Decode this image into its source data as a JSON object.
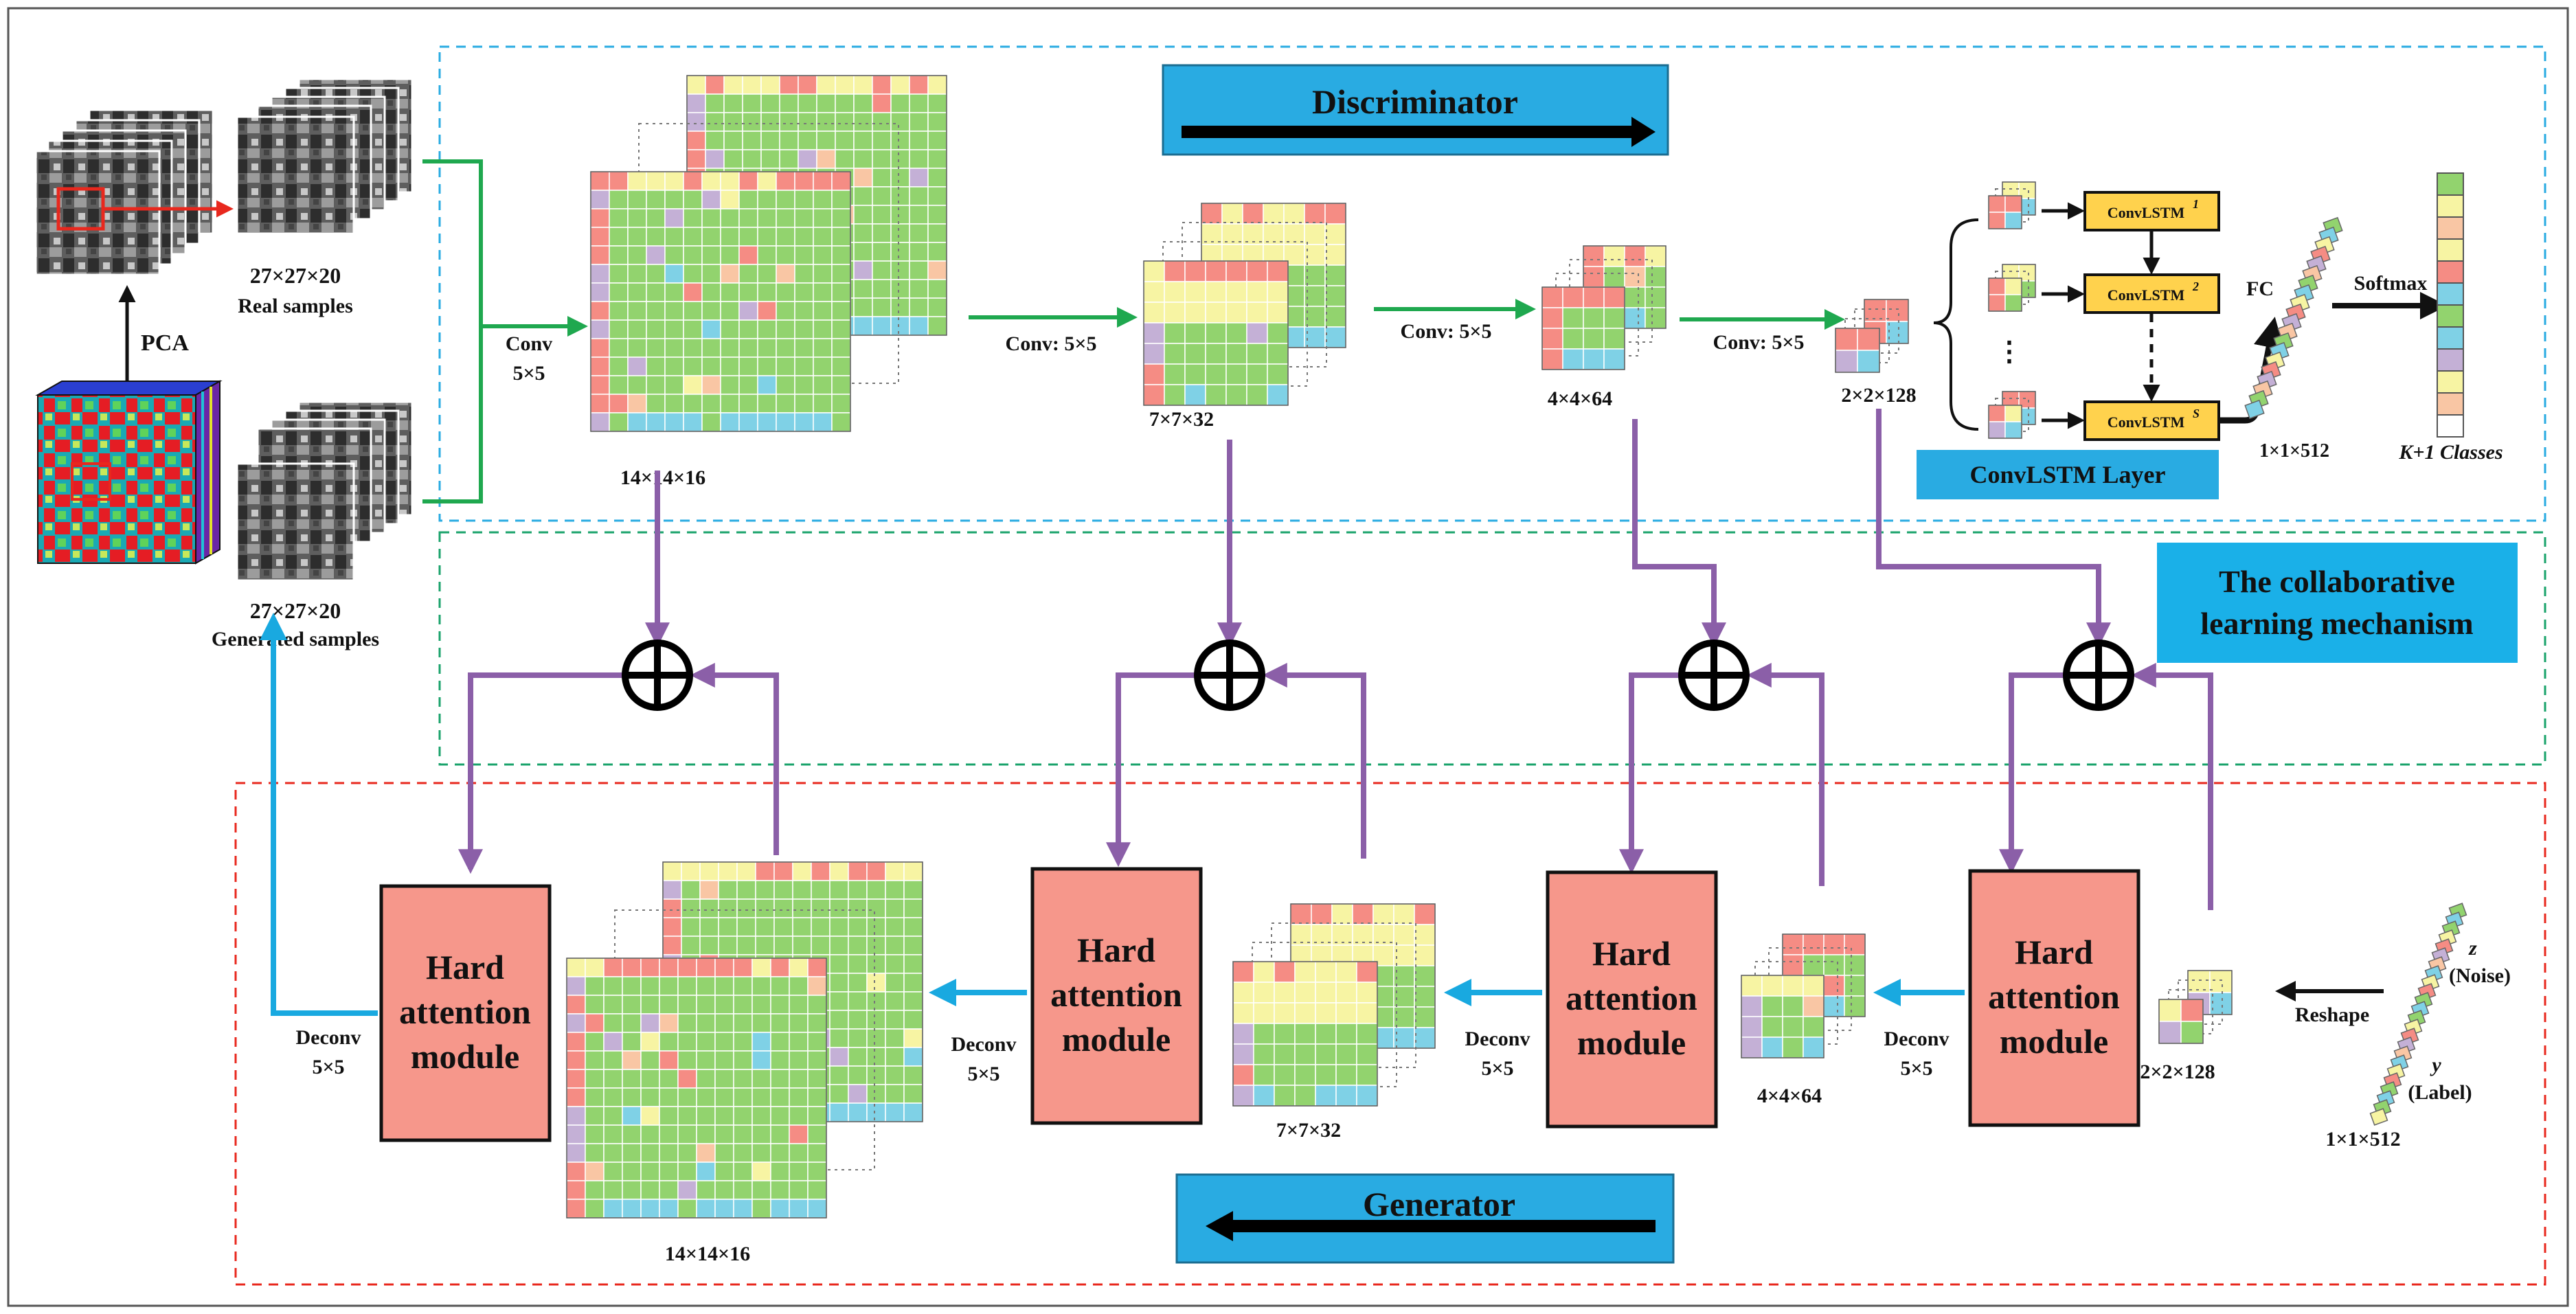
{
  "colors": {
    "discriminator_box": "#29abe2",
    "collab_box": "#1ab0e8",
    "convlstm_layer_box": "#29abe2",
    "convlstm_cell": "#ffd24d",
    "hard_attention": "#f6978b",
    "green_arrow": "#1fa84f",
    "cyan_arrow": "#19a9e0",
    "purple_arrow": "#8b5fa8",
    "red_arrow": "#e8281e",
    "dashed_disc": "#29abe2",
    "dashed_collab": "#1aa36b",
    "dashed_gen": "#e8281e",
    "cell_green": "#92d36e",
    "cell_yellow": "#f7f4a3",
    "cell_red": "#f58c84",
    "cell_blue": "#7fd1e6",
    "cell_purple": "#c4b0d6",
    "cell_peach": "#f9c6a4"
  },
  "labels": {
    "pca": "PCA",
    "real_size": "27×27×20",
    "real_samples": "Real samples",
    "gen_size": "27×27×20",
    "generated_samples": "Generated samples",
    "conv": "Conv",
    "conv_k": "5×5",
    "conv55_a": "Conv: 5×5",
    "conv55_b": "Conv: 5×5",
    "conv55_c": "Conv: 5×5",
    "discriminator": "Discriminator",
    "generator": "Generator",
    "collab_line1": "The collaborative",
    "collab_line2": "learning  mechanism",
    "convlstm_layer": "ConvLSTM Layer",
    "convlstm": "ConvLSTM",
    "sup1": "1",
    "sup2": "2",
    "sups": "S",
    "dots": "⋮",
    "fc": "FC",
    "softmax": "Softmax",
    "k1_classes": "K+1 Classes",
    "d_size1": "14×14×16",
    "d_size2": "7×7×32",
    "d_size3": "4×4×64",
    "d_size4": "2×2×128",
    "d_size5": "1×1×512",
    "g_size1": "14×14×16",
    "g_size2": "7×7×32",
    "g_size3": "4×4×64",
    "g_size4": "2×2×128",
    "g_size5": "1×1×512",
    "hard1": "Hard",
    "hard2": "attention",
    "hard3": "module",
    "deconv": "Deconv",
    "deconv_k": "5×5",
    "reshape": "Reshape",
    "z": "z",
    "noise": "(Noise)",
    "y": "y",
    "label": "(Label)"
  }
}
